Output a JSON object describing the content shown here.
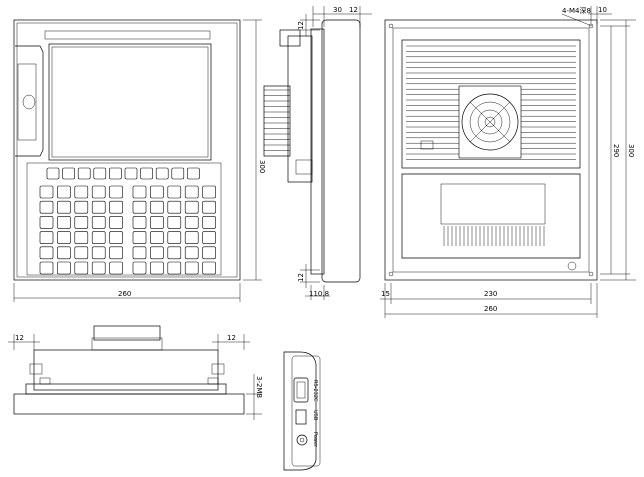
{
  "front_view": {
    "keypad": {
      "rows": 6,
      "cols": 10,
      "top_rows": 1,
      "top_cols": 10
    },
    "width_label": "260",
    "height_label": "300"
  },
  "side_view": {
    "top_label_a": "30",
    "top_label_b": "12",
    "side_label": "12",
    "bottom_label": "12",
    "base_label": "110.8"
  },
  "rear_view": {
    "hole_label": "4-M4深8",
    "corner_label": "10",
    "inner_height_label": "290",
    "outer_height_label": "300",
    "left_label": "15",
    "inner_width_label": "230",
    "outer_width_label": "260",
    "fin_count": 23
  },
  "bottom_view": {
    "left_label": "12",
    "right_label": "12",
    "depth_label": "3-2M8"
  },
  "connector_view": {
    "labels": [
      "RS-232C",
      "USB",
      "Power"
    ]
  }
}
